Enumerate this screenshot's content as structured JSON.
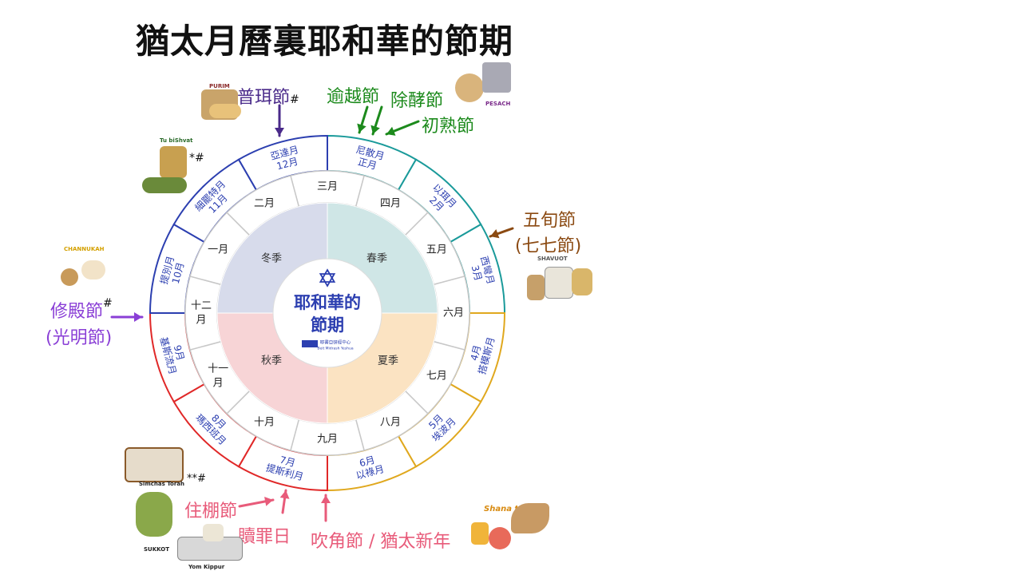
{
  "title": "猶太月曆裏耶和華的節期",
  "colors": {
    "blue": "#2c3fb0",
    "teal": "#1a9a9a",
    "gold": "#e0a81e",
    "red": "#e02828",
    "green": "#1c8a1c",
    "brown": "#8b4a12",
    "purple": "#8a3fd6",
    "indigo": "#4a2a8a",
    "pink": "#e85b7a",
    "winter": "#d7dbeb",
    "spring": "#cfe6e6",
    "summer": "#fbe3c2",
    "autumn": "#f7d4d6"
  },
  "center": {
    "line1": "耶和華的",
    "line2": "節期",
    "logo_text": "耶書亞研經中心",
    "logo_sub": "Beit Midrash Yeshua"
  },
  "seasons": {
    "winter": "冬季",
    "spring": "春季",
    "summer": "夏季",
    "autumn": "秋季"
  },
  "gregorian_months": [
    "三月",
    "四月",
    "五月",
    "六月",
    "七月",
    "八月",
    "九月",
    "十月",
    "十一月",
    "十二月",
    "一月",
    "二月"
  ],
  "hebrew_months": [
    {
      "name": "尼散月",
      "num": "正月"
    },
    {
      "name": "以珥月",
      "num": "2月"
    },
    {
      "name": "西彎月",
      "num": "3月"
    },
    {
      "name": "搭模斯月",
      "num": "4月"
    },
    {
      "name": "埃波月",
      "num": "5月"
    },
    {
      "name": "以祿月",
      "num": "6月"
    },
    {
      "name": "提斯利月",
      "num": "7月"
    },
    {
      "name": "瑪西班月",
      "num": "8月"
    },
    {
      "name": "基斯流月",
      "num": "9月"
    },
    {
      "name": "提別月",
      "num": "10月"
    },
    {
      "name": "細罷特月",
      "num": "11月"
    },
    {
      "name": "亞達月",
      "num": "12月"
    }
  ],
  "feasts": {
    "purim": "普珥節",
    "purim_mark": "#",
    "tubishvat_mark": "*#",
    "passover": "逾越節",
    "unleavened": "除酵節",
    "firstfruits": "初熟節",
    "weeks_1": "五旬節",
    "weeks_2": "(七七節)",
    "chanukah_1": "修殿節",
    "chanukah_mark": "#",
    "chanukah_2": "(光明節)",
    "simchas_mark": "**#",
    "tabernacles": "住棚節",
    "atonement": "贖罪日",
    "trumpets": "吹角節 / 猶太新年"
  },
  "captions": {
    "purim": "PURIM",
    "tubishvat": "Tu biShvat",
    "pesach": "PESACH",
    "shavuot": "SHAVUOT",
    "chanukah": "CHANNUKAH",
    "simchas": "Simchas Torah",
    "sukkot": "SUKKOT",
    "yomkippur": "Yom Kippur",
    "shana": "Shana tova!"
  }
}
